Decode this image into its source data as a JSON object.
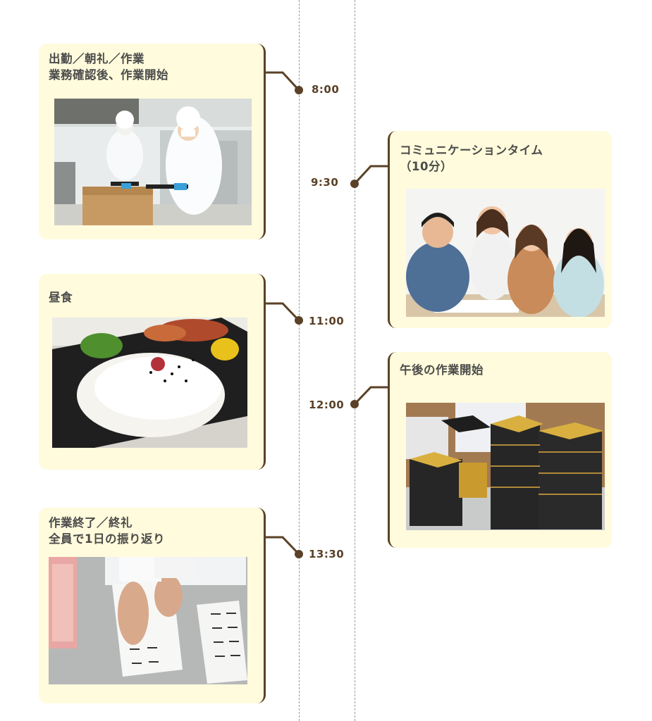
{
  "schedule": {
    "items": [
      {
        "time": "8:00",
        "title": "出勤／朝礼／作業\n業務確認後、作業開始",
        "photo": "kitchen-workers-photo"
      },
      {
        "time": "9:30",
        "title": "コミュニケーションタイム\n（10分）",
        "photo": "team-meeting-photo"
      },
      {
        "time": "11:00",
        "title": "昼食",
        "photo": "bento-lunch-photo"
      },
      {
        "time": "12:00",
        "title": "午後の作業開始",
        "photo": "bento-boxes-photo"
      },
      {
        "time": "13:30",
        "title": "作業終了／終礼\n全員で1日の振り返り",
        "photo": "label-documents-photo"
      }
    ]
  },
  "colors": {
    "card_background": "#fffbdc",
    "accent_brown": "#5a4127",
    "title_text": "#4b4b4b",
    "dashed_line": "#9a9a9a"
  }
}
